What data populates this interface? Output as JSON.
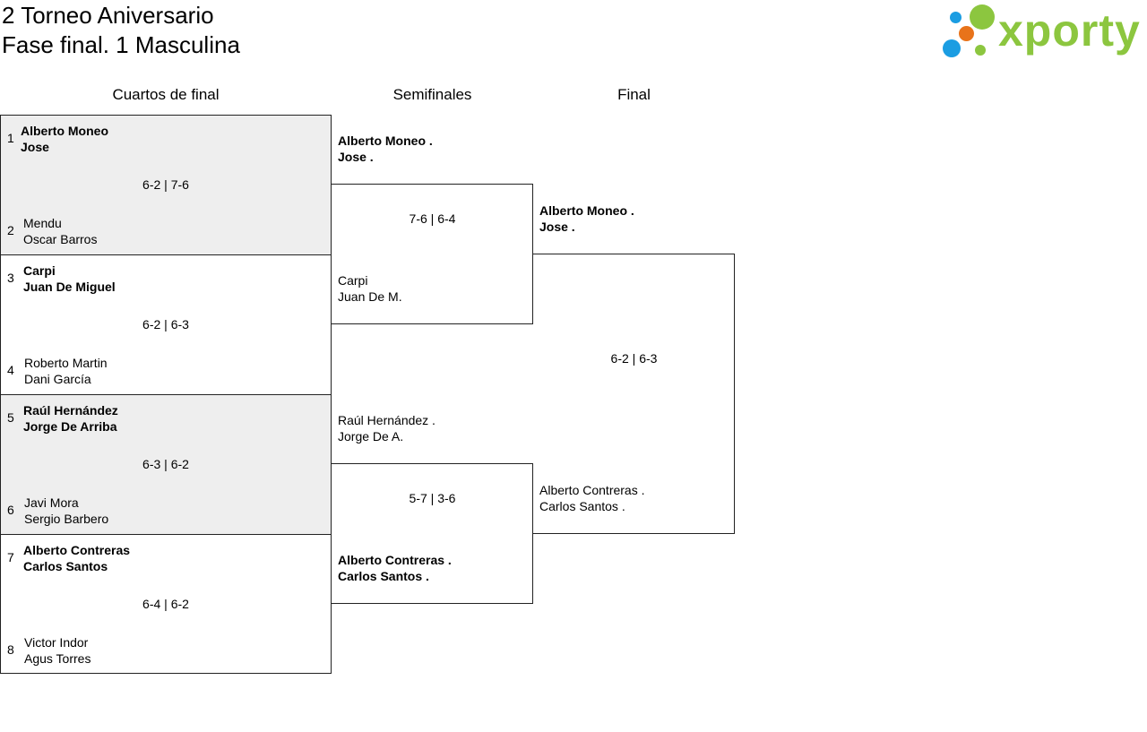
{
  "header": {
    "title_line1": "2 Torneo Aniversario",
    "title_line2": "Fase final. 1 Masculina",
    "logo_text": "xporty"
  },
  "rounds": {
    "quarters": "Cuartos de final",
    "semis": "Semifinales",
    "final": "Final"
  },
  "quarterfinals": [
    {
      "score": "6-2 | 7-6",
      "top": {
        "seed": "1",
        "p1": "Alberto Moneo",
        "p2": "Jose"
      },
      "bottom": {
        "seed": "2",
        "p1": "Mendu",
        "p2": "Oscar Barros"
      }
    },
    {
      "score": "6-2 | 6-3",
      "top": {
        "seed": "3",
        "p1": "Carpi",
        "p2": "Juan De Miguel"
      },
      "bottom": {
        "seed": "4",
        "p1": "Roberto Martin",
        "p2": "Dani García"
      }
    },
    {
      "score": "6-3 | 6-2",
      "top": {
        "seed": "5",
        "p1": "Raúl Hernández",
        "p2": "Jorge De Arriba"
      },
      "bottom": {
        "seed": "6",
        "p1": "Javi Mora",
        "p2": "Sergio Barbero"
      }
    },
    {
      "score": "6-4 | 6-2",
      "top": {
        "seed": "7",
        "p1": "Alberto Contreras",
        "p2": "Carlos Santos"
      },
      "bottom": {
        "seed": "8",
        "p1": "Victor Indor",
        "p2": "Agus Torres"
      }
    }
  ],
  "semifinals": [
    {
      "score": "7-6 | 6-4",
      "top": {
        "p1": "Alberto Moneo .",
        "p2": "Jose ."
      },
      "bottom": {
        "p1": "Carpi",
        "p2": "Juan De M."
      }
    },
    {
      "score": "5-7 | 3-6",
      "top": {
        "p1": "Raúl Hernández .",
        "p2": "Jorge De A."
      },
      "bottom": {
        "p1": "Alberto Contreras .",
        "p2": "Carlos Santos ."
      }
    }
  ],
  "final": {
    "score": "6-2 | 6-3",
    "top": {
      "p1": "Alberto Moneo .",
      "p2": "Jose ."
    },
    "bottom": {
      "p1": "Alberto Contreras .",
      "p2": "Carlos Santos ."
    }
  },
  "colors": {
    "logo_green": "#8cc63f",
    "logo_blue": "#1b9de2",
    "logo_orange": "#e8731a",
    "shade": "#eeeeee"
  }
}
